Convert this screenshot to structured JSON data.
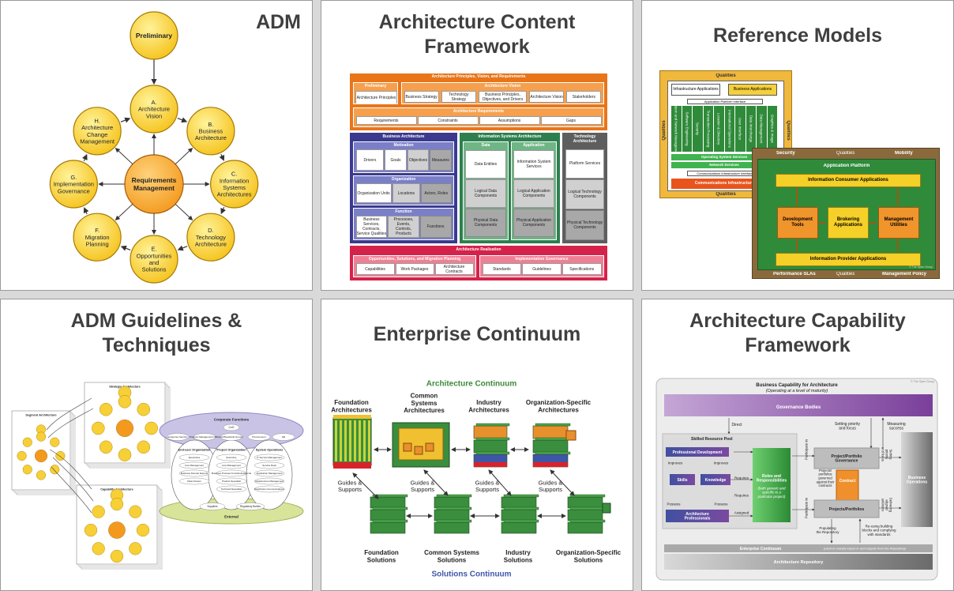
{
  "panels": {
    "adm": "ADM",
    "acf": "Architecture Content\nFramework",
    "ref": "Reference Models",
    "guide": "ADM Guidelines &\nTechniques",
    "ec": "Enterprise Continuum",
    "cap": "Architecture Capability\nFramework"
  },
  "adm": {
    "center": "Requirements\nManagement",
    "phases": [
      "Preliminary",
      "A.\nArchitecture\nVision",
      "B.\nBusiness\nArchitecture",
      "C.\nInformation\nSystems\nArchitectures",
      "D.\nTechnology\nArchitecture",
      "E.\nOpportunities\nand\nSolutions",
      "F.\nMigration\nPlanning",
      "G.\nImplementation\nGovernance",
      "H.\nArchitecture\nChange\nManagement"
    ]
  },
  "acf": {
    "top": "Architecture Principles, Vision, and Requirements",
    "prelim": "Preliminary",
    "prelim_cell": "Architecture Principles",
    "vision": "Architecture Vision",
    "vision_cells": [
      "Business Strategy",
      "Technology Strategy",
      "Business Principles, Objectives, and Drivers",
      "Architecture Vision",
      "Stakeholders"
    ],
    "req": "Architecture Requirements",
    "req_cells": [
      "Requirements",
      "Constraints",
      "Assumptions",
      "Gaps"
    ],
    "ba": "Business Architecture",
    "motivation": "Motivation",
    "motivation_cells": [
      "Drivers",
      "Goals",
      "Objectives",
      "Measures"
    ],
    "organization": "Organization",
    "organization_cells": [
      "Organization Units",
      "Locations",
      "Actors, Roles"
    ],
    "function": "Function",
    "function_cells": [
      "Business Services, Contracts, Service Qualities",
      "Processes, Events, Controls, Products",
      "Functions"
    ],
    "isa": "Information Systems Architecture",
    "data": "Data",
    "data_cells": [
      "Data Entities",
      "Logical Data Components",
      "Physical Data Components"
    ],
    "application": "Application",
    "app_cells": [
      "Information System Services",
      "Logical Application Components",
      "Physical Application Components"
    ],
    "ta": "Technology Architecture",
    "ta_cells": [
      "Platform Services",
      "Logical Technology Components",
      "Physical Technology Components"
    ],
    "real": "Architecture Realization",
    "osmp": "Opportunities, Solutions, and Migration Planning",
    "osmp_cells": [
      "Capabilities",
      "Work Packages",
      "Architecture Contracts"
    ],
    "ig": "Implementation Governance",
    "ig_cells": [
      "Standards",
      "Guidelines",
      "Specifications"
    ]
  },
  "ref": {
    "qualities": "Qualities",
    "infra_apps": "Infrastructure Applications",
    "bus_apps": "Business Applications",
    "api": "Application Platform Interface",
    "services": [
      "System and Network Management",
      "Software Engineering",
      "Security",
      "Transaction Processing",
      "Location & Directory",
      "International Operations",
      "User Interface",
      "Data Interchange",
      "Data Management",
      "Graphics & Image"
    ],
    "os_services": "Operating System Services",
    "net_services": "Network Services",
    "cii": "Communications Infrastructure Interface",
    "ci": "Communications Infrastructure",
    "security": "Security",
    "mobility": "Mobility",
    "platform": "Application Platform",
    "ica": "Information Consumer Applications",
    "dev_tools": "Development Tools",
    "brokering": "Brokering Applications",
    "mgmt_util": "Management Utilities",
    "ipa": "Information Provider Applications",
    "perf": "Performance SLAs",
    "mgmt_policy": "Management Policy",
    "copyright": "© The Open Group"
  },
  "guide": {
    "strategic": "Strategic Architecture",
    "segment": "Segment Architecture",
    "capability": "Capability Architecture",
    "corporate": "Corporate Functions",
    "cxo": "CxO",
    "corp_items": [
      "Enterprise Security",
      "Program Management Office",
      "QA/Standards Groups",
      "Procurement",
      "HR"
    ],
    "enduser": "End-user Organization",
    "project": "Project Organization",
    "sysops": "System Operations",
    "enduser_items": [
      "Executives",
      "Line Management",
      "Business Domain Experts",
      "Data Owners"
    ],
    "project_items": [
      "Executive",
      "Line Management",
      "Business Process/ Functional Experts",
      "Product Specialist",
      "Technical Specialist"
    ],
    "sysops_items": [
      "IT Service Management",
      "Service Desk",
      "Application Management",
      "Infrastructure Management",
      "Data/Voice Communications"
    ],
    "external": "External",
    "suppliers": "Suppliers",
    "regulatory": "Regulatory Bodies"
  },
  "ec": {
    "ac": "Architecture Continuum",
    "sc": "Solutions Continuum",
    "arch_labels": [
      "Foundation\nArchitectures",
      "Common\nSystems\nArchitectures",
      "Industry\nArchitectures",
      "Organization-Specific\nArchitectures"
    ],
    "sol_labels": [
      "Foundation\nSolutions",
      "Common Systems\nSolutions",
      "Industry\nSolutions",
      "Organization-Specific\nSolutions"
    ],
    "guides": "Guides &\nSupports"
  },
  "cap": {
    "title": "Business Capability for Architecture",
    "subtitle": "(Operating at a level of maturity)",
    "copyright": "© The Open Group",
    "gov": "Governance Bodies",
    "direct": "Direct",
    "priority": "Setting priority\nand focus",
    "measuring": "Measuring\nsuccess",
    "pool": "Skilled Resource Pool",
    "prof_dev": "Professional Development",
    "improves": "Improves",
    "skills": "Skills",
    "knowledge": "Knowledge",
    "requires": "Requires",
    "possess": "Possess",
    "assigned": "Assigned",
    "professionals": "Architecture\nProfessionals",
    "roles": "Roles and\nResponsibilities",
    "roles_note": "(both generic and\nspecific to a\nparticular project)",
    "participate": "Participate in",
    "ppg": "Project/Portfolio\nGovernance",
    "contract": "Contract",
    "pp": "Projects/Portfolios",
    "governed": "Projects/\nportfolios\ngoverned\nagainst their\ncontracts",
    "setting_prio": "Setting\npriority\nand focus",
    "delivering": "Delivering\naligned\nsolutions",
    "bo": "Business\nOperations",
    "populating": "Populating\nthe Repository",
    "reuse": "Re-using building\nblocks and complying\nwith standards",
    "ec": "Enterprise Continuum",
    "ec_note": "(used to classify inputs to and outputs from the Repository)",
    "repo": "Architecture Repository"
  }
}
